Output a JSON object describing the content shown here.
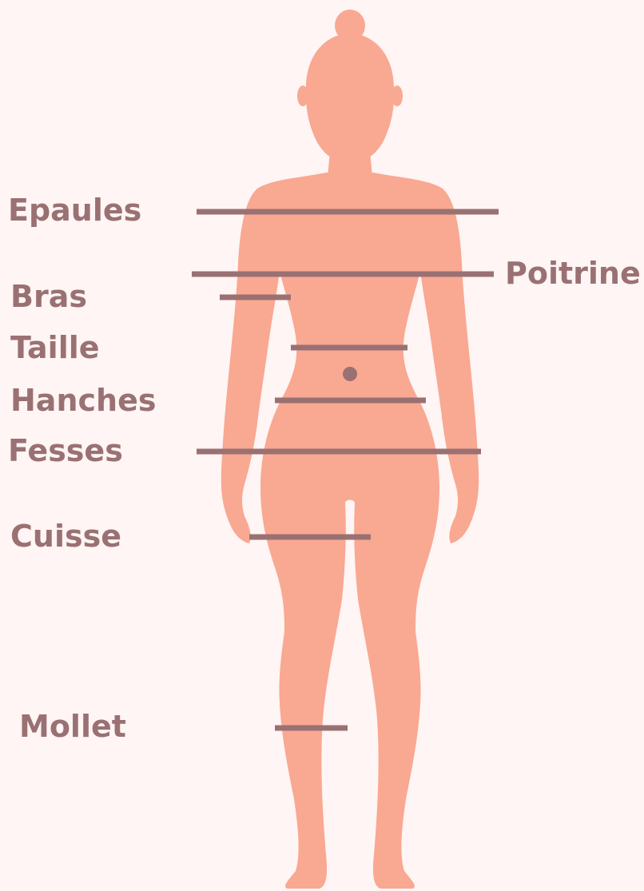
{
  "colors": {
    "background": "#fef5f4",
    "body": "#f9a892",
    "body_shadow": "#f29b84",
    "measure_line": "#9a7173",
    "label_text": "#9a7173"
  },
  "labels": {
    "epaules": "Epaules",
    "poitrine": "Poitrine",
    "bras": "Bras",
    "taille": "Taille",
    "hanches": "Hanches",
    "fesses": "Fesses",
    "cuisse": "Cuisse",
    "mollet": "Mollet"
  }
}
